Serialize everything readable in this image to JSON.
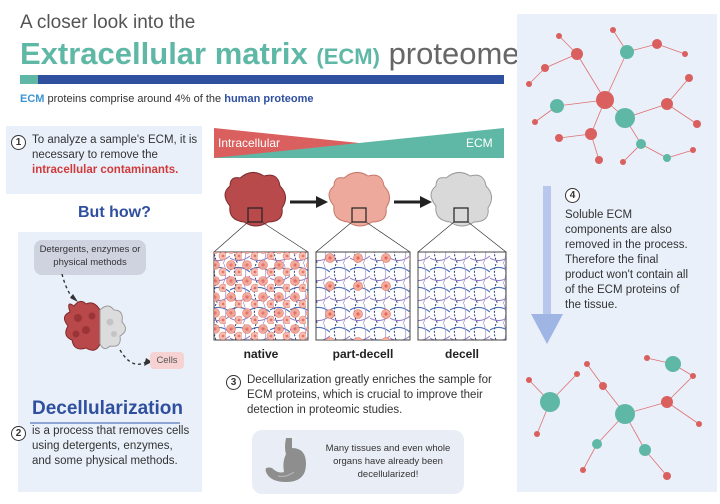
{
  "title": {
    "line1": "A closer look into the",
    "main": "Extracellular matrix",
    "abbr": "(ECM)",
    "tail": "proteome"
  },
  "subtitle": {
    "ecm": "ECM",
    "middle": "proteins comprise around 4% of the",
    "highlight": "human proteome"
  },
  "step1": {
    "number": "1",
    "text": "To analyze a sample's ECM, it is necessary to remove the",
    "highlight": "intracellular contaminants."
  },
  "but_how": "But how?",
  "methods_bubble": "Detergents, enzymes or physical methods",
  "cells_bubble": "Cells",
  "decellularization": {
    "title": "Decellularization",
    "number": "2",
    "text": "is a process that removes cells using detergents, enzymes, and some physical methods."
  },
  "gradient": {
    "left_label": "Intracellular",
    "right_label": "ECM",
    "left_color": "#d9605e",
    "right_color": "#5fb8a6"
  },
  "tissue_states": [
    "native",
    "part-decell",
    "decell"
  ],
  "step3": {
    "number": "3",
    "text": "Decellularization greatly enriches the sample for ECM proteins, which is crucial to improve their detection in proteomic studies."
  },
  "stomach_note": "Many tissues and even whole organs have already been decellularized!",
  "step4": {
    "number": "4",
    "text": "Soluble ECM components are also removed in the process. Therefore the final product won't contain all of the ECM proteins of the tissue."
  },
  "colors": {
    "teal": "#5fb8a6",
    "navy": "#2f4f9f",
    "red": "#d23a3a",
    "node_red": "#d9605e"
  }
}
